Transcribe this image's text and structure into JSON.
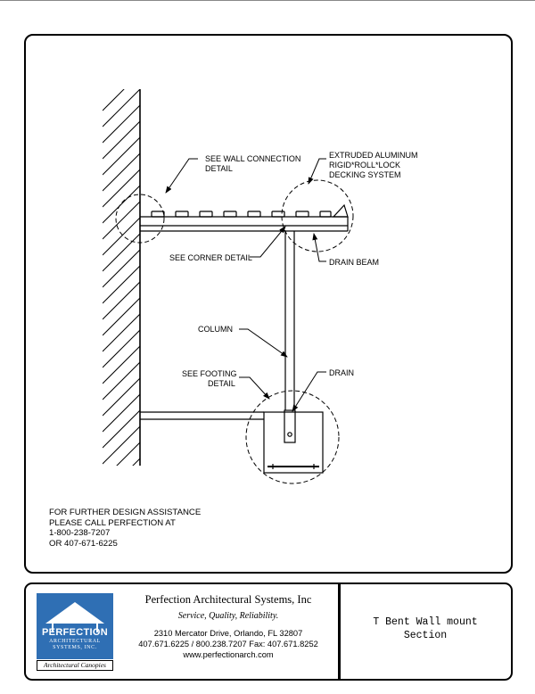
{
  "drawing": {
    "labels": {
      "wall_connection": [
        "SEE WALL CONNECTION",
        "DETAIL"
      ],
      "decking": [
        "EXTRUDED ALUMINUM",
        "RIGID*ROLL*LOCK",
        "DECKING SYSTEM"
      ],
      "corner": "SEE CORNER DETAIL",
      "drain_beam": "DRAIN BEAM",
      "column": "COLUMN",
      "footing": [
        "SEE FOOTING",
        "DETAIL"
      ],
      "drain": "DRAIN"
    },
    "assistance": [
      "FOR FURTHER DESIGN ASSISTANCE",
      "PLEASE CALL PERFECTION AT",
      "1-800-238-7207",
      "OR 407-671-6225"
    ]
  },
  "title_block": {
    "logo": {
      "word": "PERFECTION",
      "sub1": "ARCHITECTURAL",
      "sub2": "SYSTEMS, INC.",
      "tagline": "Architectural Canopies",
      "color": "#2f6fb4"
    },
    "company": "Perfection Architectural Systems, Inc",
    "slogan": "Service, Quality, Reliability.",
    "address": "2310 Mercator Drive, Orlando, FL 32807",
    "phones": "407.671.6225 / 800.238.7207  Fax: 407.671.8252",
    "website": "www.perfectionarch.com",
    "sheet_title": [
      "T Bent Wall mount",
      "Section"
    ]
  }
}
